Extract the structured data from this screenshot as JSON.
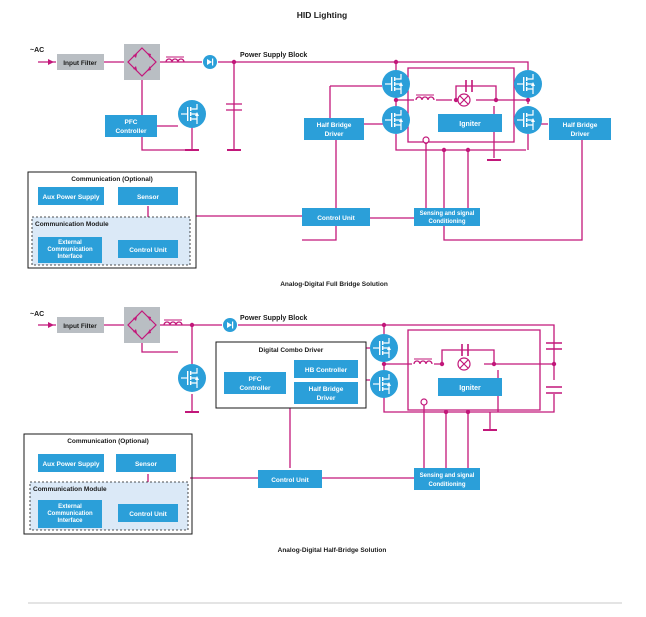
{
  "title": "HID Lighting",
  "diagram1": {
    "caption": "Analog-Digital Full Bridge Solution",
    "ac_label": "~AC",
    "input_filter": "Input Filter",
    "power_supply_block": "Power Supply Block",
    "pfc_controller": [
      "PFC",
      "Controller"
    ],
    "half_bridge_driver_left": [
      "Half Bridge",
      "Driver"
    ],
    "half_bridge_driver_right": [
      "Half Bridge",
      "Driver"
    ],
    "igniter": "Igniter",
    "control_unit": "Control Unit",
    "sensing": [
      "Sensing and signal",
      "Conditioning"
    ],
    "comm_title": "Communication (Optional)",
    "aux_power_supply": "Aux Power Supply",
    "sensor": "Sensor",
    "comm_module": "Communication Module",
    "external_comm": [
      "External",
      "Communication",
      "Interface"
    ],
    "comm_control_unit": "Control Unit"
  },
  "diagram2": {
    "caption": "Analog-Digital Half-Bridge Solution",
    "ac_label": "~AC",
    "input_filter": "Input Filter",
    "power_supply_block": "Power Supply Block",
    "digital_combo_driver": "Digital Combo Driver",
    "pfc_controller": [
      "PFC",
      "Controller"
    ],
    "hb_controller": "HB Controller",
    "half_bridge_driver": [
      "Half Bridge",
      "Driver"
    ],
    "igniter": "Igniter",
    "control_unit": "Control Unit",
    "sensing": [
      "Sensing and signal",
      "Conditioning"
    ],
    "comm_title": "Communication (Optional)",
    "aux_power_supply": "Aux Power Supply",
    "sensor": "Sensor",
    "comm_module": "Communication Module",
    "external_comm": [
      "External",
      "Communication",
      "Interface"
    ],
    "comm_control_unit": "Control Unit"
  },
  "colors": {
    "block_blue": "#2b9fd9",
    "wire_magenta": "#c2177a",
    "filter_gray": "#b9bec3",
    "module_bg": "#dbe9f7"
  }
}
